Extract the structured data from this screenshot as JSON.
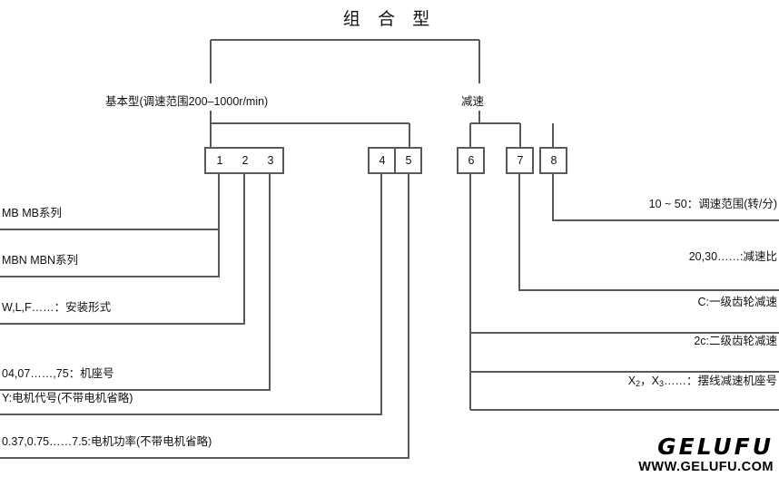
{
  "title": "组 合 型",
  "groups": [
    {
      "id": "basic",
      "label": "基本型(调速范围200–1000r/min)"
    },
    {
      "id": "reduce",
      "label": "减速"
    }
  ],
  "code_boxes": [
    {
      "id": "box-123",
      "cells": [
        "1",
        "2",
        "3"
      ]
    },
    {
      "id": "box-45",
      "cells": [
        "4",
        "5"
      ]
    },
    {
      "id": "box-6",
      "cells": [
        "6"
      ]
    },
    {
      "id": "box-7",
      "cells": [
        "7"
      ]
    },
    {
      "id": "box-8",
      "cells": [
        "8"
      ]
    }
  ],
  "left_legend": [
    {
      "id": "mb",
      "source": "1",
      "text": "MB MB系列"
    },
    {
      "id": "mbn",
      "source": "1",
      "text": "MBN MBN系列"
    },
    {
      "id": "mounting",
      "source": "2",
      "text": "W,L,F……：安装形式"
    },
    {
      "id": "frame",
      "source": "3",
      "text": "04,07……,75：机座号"
    },
    {
      "id": "motor",
      "source": "4",
      "text": "Y:电机代号(不带电机省略)"
    },
    {
      "id": "power",
      "source": "5",
      "text": "0.37,0.75……7.5:电机功率(不带电机省略)"
    }
  ],
  "right_legend": [
    {
      "id": "speedrange",
      "source": "8",
      "text": "10 ~ 50：调速范围(转/分)"
    },
    {
      "id": "ratio",
      "source": "7",
      "text": "20,30……:减速比"
    },
    {
      "id": "gear1",
      "source": "6",
      "text": "C:一级齿轮减速"
    },
    {
      "id": "gear2",
      "source": "6",
      "text": "2c:二级齿轮减速"
    },
    {
      "id": "cycloid",
      "source": "6",
      "text": "X₂，X₃……：摆线减速机座号"
    }
  ],
  "right_legend_parts": {
    "cycloid_a": "X",
    "cycloid_sub_a": "2",
    "cycloid_mid": "，X",
    "cycloid_sub_b": "3",
    "cycloid_tail": "……：摆线减速机座号"
  },
  "logo": {
    "mark": "GELUFU",
    "url": "WWW.GELUFU.COM"
  },
  "colors": {
    "line": "#595959",
    "box_border": "#595959",
    "text": "#111111",
    "background": "#ffffff"
  }
}
